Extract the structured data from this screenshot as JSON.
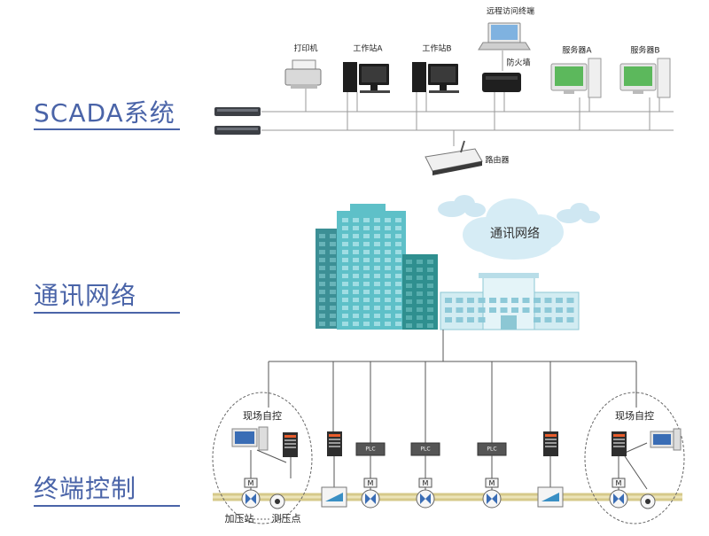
{
  "sections": [
    {
      "title": "SCADA系统"
    },
    {
      "title": "通讯网络"
    },
    {
      "title": "终端控制"
    }
  ],
  "scada": {
    "remote_terminal": "远程访问终端",
    "printer": "打印机",
    "workstation_a": "工作站A",
    "workstation_b": "工作站B",
    "firewall": "防火墙",
    "server_a": "服务器A",
    "server_b": "服务器B",
    "router": "路由器"
  },
  "network": {
    "cloud_label": "通讯网络"
  },
  "terminal": {
    "local_control_left": "现场自控",
    "local_control_right": "现场自控",
    "pressure_station": "加压站",
    "pressure_point": "测压点",
    "plc_label": "PLC",
    "motor_label": "M"
  }
}
